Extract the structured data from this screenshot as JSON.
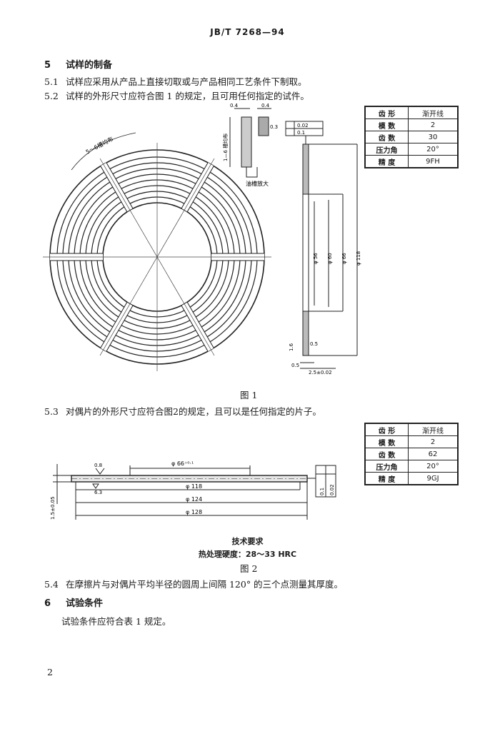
{
  "header": "JB/T  7268—94",
  "sections": {
    "s5": {
      "num": "5",
      "title": "试样的制备"
    },
    "p51": {
      "num": "5.1",
      "text": "试样应采用从产品上直接切取或与产品相同工艺条件下制取。"
    },
    "p52": {
      "num": "5.2",
      "text": "试样的外形尺寸应符合图 1 的规定，且可用任何指定的试件。"
    },
    "p53": {
      "num": "5.3",
      "text": "对偶片的外形尺寸应符合图2的规定，且可以是任何指定的片子。"
    },
    "p54": {
      "num": "5.4",
      "text": "在摩擦片与对偶片平均半径的圆周上间隔 120° 的三个点测量其厚度。"
    },
    "s6": {
      "num": "6",
      "title": "试验条件"
    },
    "p6": {
      "text": "试验条件应符合表 1 规定。"
    }
  },
  "figure1": {
    "caption": "图  1",
    "groove_label": "5～6槽均布",
    "detail_label": "油槽放大",
    "detail_side_label": "1—6 槽均布",
    "dim_04a": "0.4",
    "dim_04b": "0.4",
    "dim_03": "0.3",
    "dim_tol1": "0.02",
    "dim_tol2": "0.1",
    "dim_d56": "φ 56",
    "dim_d60": "φ 60",
    "dim_d66": "φ 66",
    "dim_d118": "φ 118",
    "dim_05a": "0.5",
    "dim_05b": "0.5",
    "dim_thick": "2.5±0.02",
    "dim_side": "1.6",
    "table": [
      [
        "齿  形",
        "渐开线"
      ],
      [
        "模  数",
        "2"
      ],
      [
        "齿  数",
        "30"
      ],
      [
        "压力角",
        "20°"
      ],
      [
        "精  度",
        "9FH"
      ]
    ]
  },
  "figure2": {
    "caption": "图  2",
    "tech_title": "技术要求",
    "tech_text": "热处理硬度：28～33 HRC",
    "dim_d66": "φ 66⁺⁰·¹",
    "dim_d118": "φ 118",
    "dim_d124": "φ 124",
    "dim_d128": "φ 128",
    "dim_08": "0.8",
    "dim_63": "6.3",
    "dim_thick": "1.5±0.05",
    "dim_tol1": "0.02",
    "dim_tol2": "0.1",
    "table": [
      [
        "齿  形",
        "渐开线"
      ],
      [
        "模  数",
        "2"
      ],
      [
        "齿  数",
        "62"
      ],
      [
        "压力角",
        "20°"
      ],
      [
        "精  度",
        "9GJ"
      ]
    ]
  },
  "page_number": "2"
}
